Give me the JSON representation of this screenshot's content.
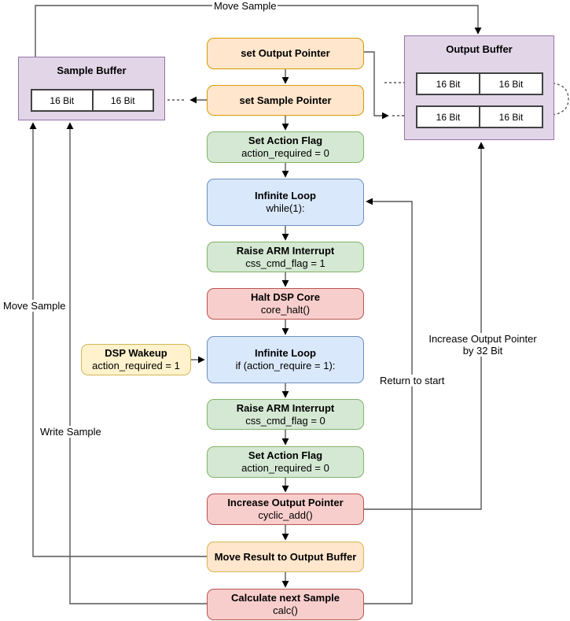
{
  "colors": {
    "orange_fill": "#ffe6cc",
    "orange_stroke": "#d79b00",
    "yellow_fill": "#fff2cc",
    "yellow_stroke": "#d6b656",
    "green_fill": "#d5e8d4",
    "green_stroke": "#82b366",
    "blue_fill": "#dae8fc",
    "blue_stroke": "#6c8ebf",
    "red_fill": "#f8cecc",
    "red_stroke": "#b85450",
    "purple_fill": "#e1d5e7",
    "purple_stroke": "#9673a6",
    "edge_stroke": "#565656"
  },
  "buffers": {
    "sample": {
      "title": "Sample Buffer",
      "cells": [
        "16 Bit",
        "16 Bit"
      ]
    },
    "output": {
      "title": "Output Buffer",
      "rows": [
        {
          "cells": [
            "16 Bit",
            "16 Bit"
          ]
        },
        {
          "cells": [
            "16 Bit",
            "16 Bit"
          ]
        }
      ]
    }
  },
  "nodes": [
    {
      "id": "set-output-pointer",
      "title": "set Output Pointer",
      "color": "orange"
    },
    {
      "id": "set-sample-pointer",
      "title": "set Sample Pointer",
      "color": "orange"
    },
    {
      "id": "set-action-flag-1",
      "title": "Set Action Flag",
      "subtitle": "action_required = 0",
      "color": "green"
    },
    {
      "id": "infinite-loop-while",
      "title": "Infinite Loop",
      "subtitle": "while(1):",
      "color": "blue"
    },
    {
      "id": "raise-arm-interrupt-1",
      "title": "Raise ARM Interrupt",
      "subtitle": "css_cmd_flag = 1",
      "color": "green"
    },
    {
      "id": "halt-dsp-core",
      "title": "Halt DSP Core",
      "subtitle": "core_halt()",
      "color": "red"
    },
    {
      "id": "infinite-loop-if",
      "title": "Infinite Loop",
      "subtitle": "if (action_require = 1):",
      "color": "blue"
    },
    {
      "id": "raise-arm-interrupt-0",
      "title": "Raise ARM Interrupt",
      "subtitle": "css_cmd_flag = 0",
      "color": "green"
    },
    {
      "id": "set-action-flag-2",
      "title": "Set Action Flag",
      "subtitle": "action_required = 0",
      "color": "green"
    },
    {
      "id": "increase-output-pointer",
      "title": "Increase Output Pointer",
      "subtitle": "cyclic_add()",
      "color": "red"
    },
    {
      "id": "move-result-to-output-buffer",
      "title": "Move Result to Output Buffer",
      "color": "amber"
    },
    {
      "id": "calculate-next-sample",
      "title": "Calculate next Sample",
      "subtitle": "calc()",
      "color": "red"
    }
  ],
  "side_node": {
    "title": "DSP Wakeup",
    "subtitle": "action_required = 1",
    "color": "yellow"
  },
  "edge_labels": {
    "move_sample_top": "Move Sample",
    "move_sample_left": "Move Sample",
    "write_sample": "Write Sample",
    "return_to_start": "Return to start",
    "increase_pointer_line1": "Increase Output Pointer",
    "increase_pointer_line2": "by 32 Bit"
  }
}
